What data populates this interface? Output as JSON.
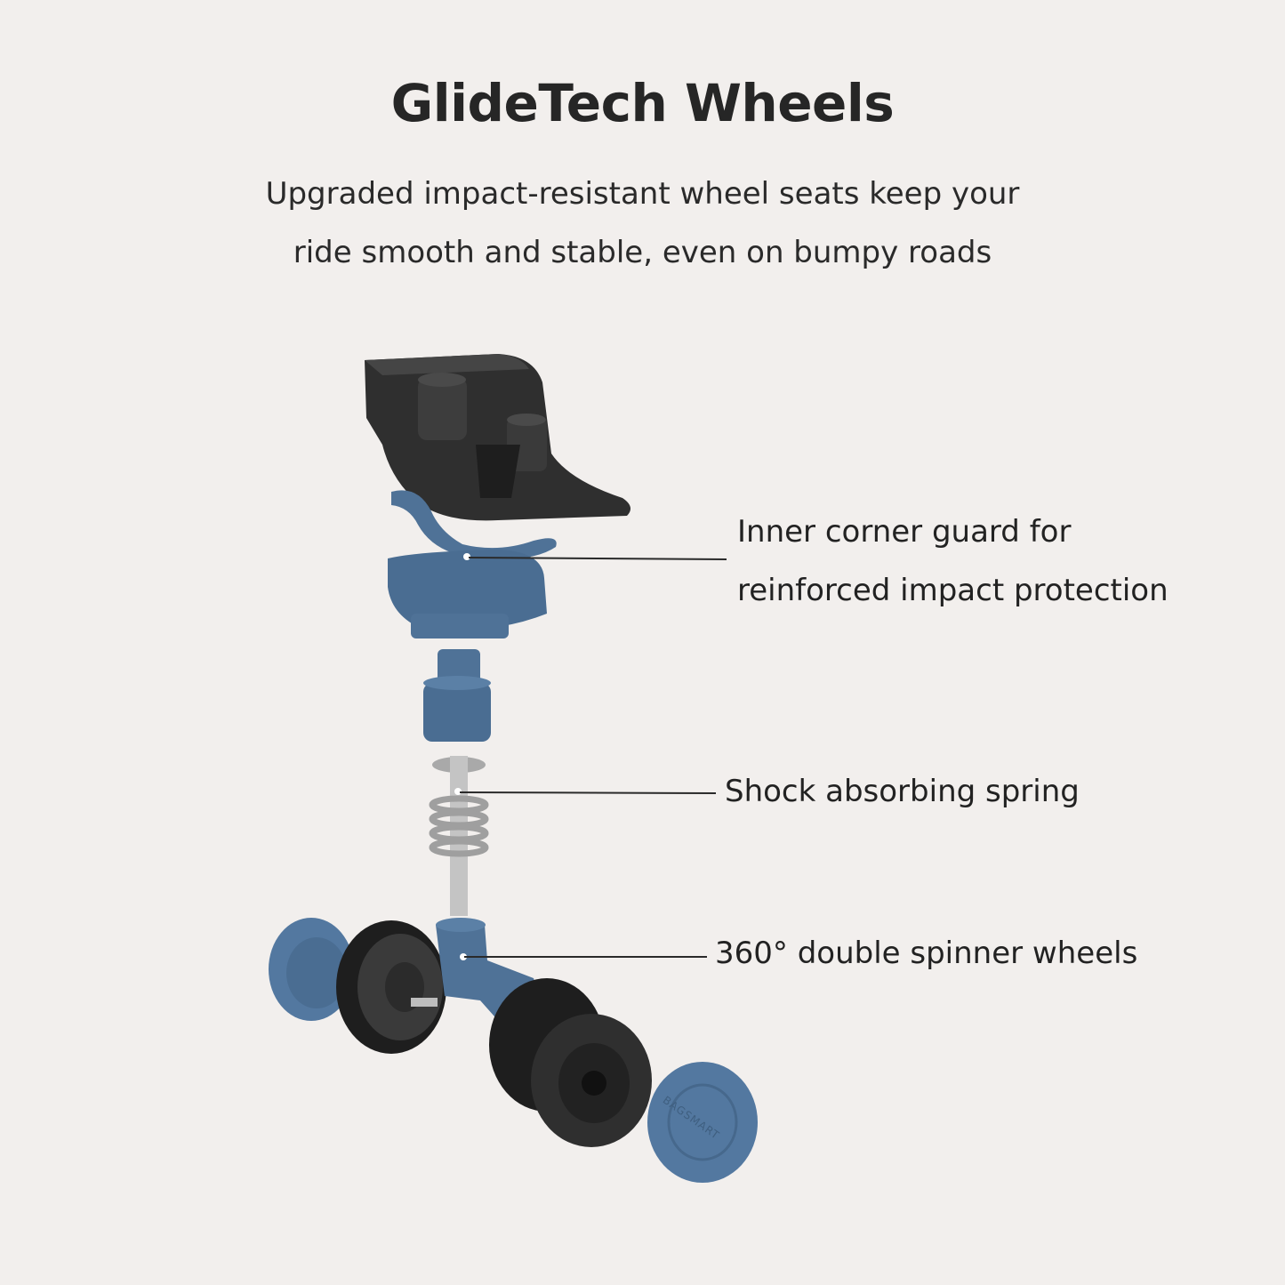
{
  "header": {
    "title": "GlideTech Wheels",
    "subtitle_line1": "Upgraded impact-resistant wheel seats keep your",
    "subtitle_line2": "ride smooth and stable, even on bumpy roads"
  },
  "callouts": {
    "corner_guard_line1": "Inner corner guard for",
    "corner_guard_line2": "reinforced impact protection",
    "spring": "Shock absorbing spring",
    "wheels": "360° double spinner wheels"
  },
  "product": {
    "brand_mark": "BAGSMART"
  },
  "colors": {
    "background": "#f2efed",
    "part_blue": "#4f7297",
    "part_black": "#2b2b2b",
    "metal": "#b9b9b9"
  }
}
